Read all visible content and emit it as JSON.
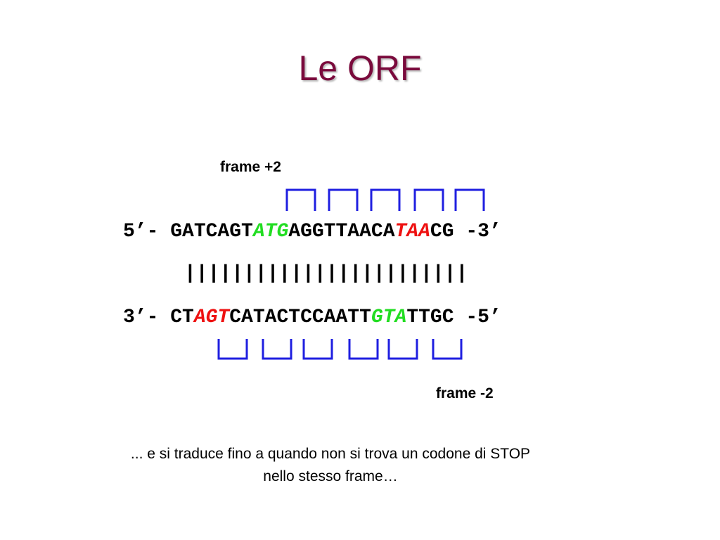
{
  "title": "Le ORF",
  "frames": {
    "top_label": "frame +2",
    "bottom_label": "frame -2"
  },
  "strand_top": {
    "prefix": "5’- ",
    "pre": "GATCAGT",
    "start_codon": "ATG",
    "mid": "AGGTTAACA",
    "stop_codon": "TAA",
    "post": "CG",
    "suffix": " -3’"
  },
  "bonds": "||||||||||||||||||||||||",
  "strand_bottom": {
    "prefix": "3’- ",
    "pre": "CT",
    "stop_codon": "AGT",
    "mid": "CATACTCCAATT",
    "start_codon": "GTA",
    "post": "TTGC",
    "suffix": " -5’"
  },
  "caption": {
    "line1": "... e si traduce fino a quando non si trova un codone di STOP",
    "line2": "nello stesso frame…"
  },
  "colors": {
    "title": "#7a0a3c",
    "start_codon": "#22dd22",
    "stop_codon": "#ee1111",
    "bracket": "#1f1fe0"
  }
}
